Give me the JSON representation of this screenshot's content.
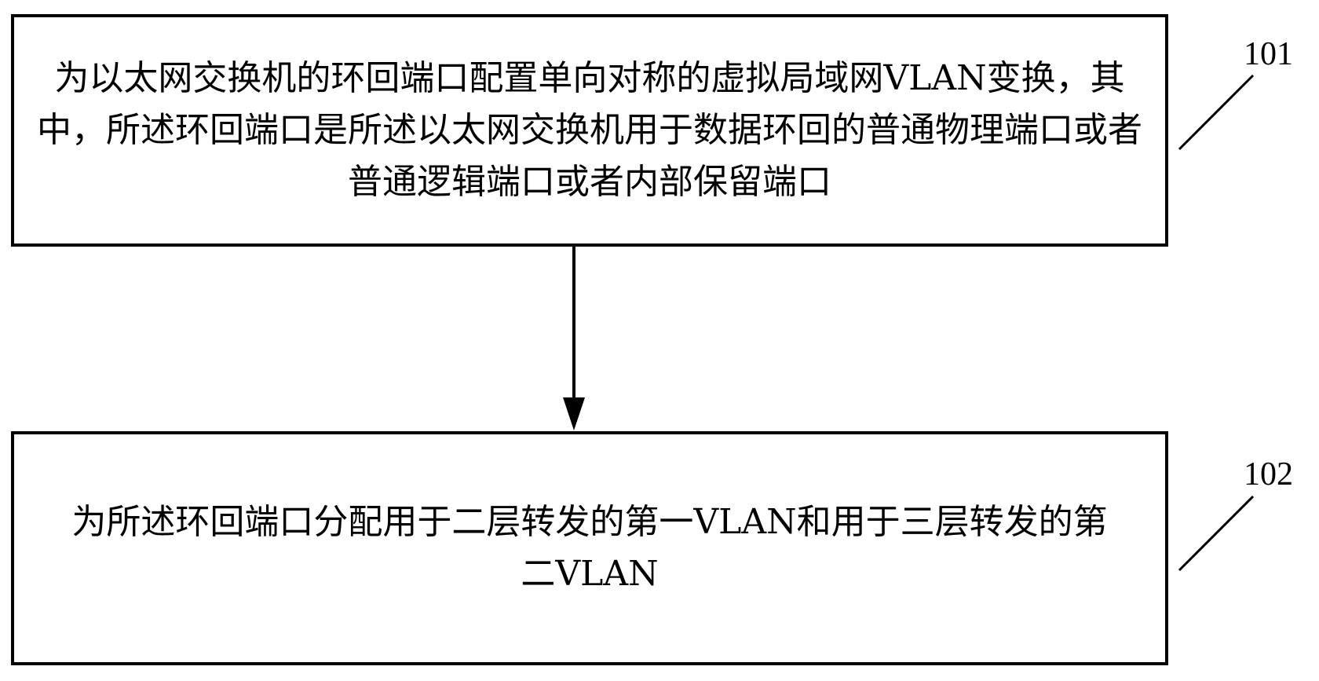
{
  "diagram": {
    "steps": [
      {
        "id": "101",
        "label": "101",
        "text": "为以太网交换机的环回端口配置单向对称的虚拟局域网VLAN变换，其中，所述环回端口是所述以太网交换机用于数据环回的普通物理端口或者普通逻辑端口或者内部保留端口"
      },
      {
        "id": "102",
        "label": "102",
        "text": "为所述环回端口分配用于二层转发的第一VLAN和用于三层转发的第二VLAN"
      }
    ],
    "colors": {
      "stroke": "#000000",
      "background": "#ffffff"
    }
  }
}
